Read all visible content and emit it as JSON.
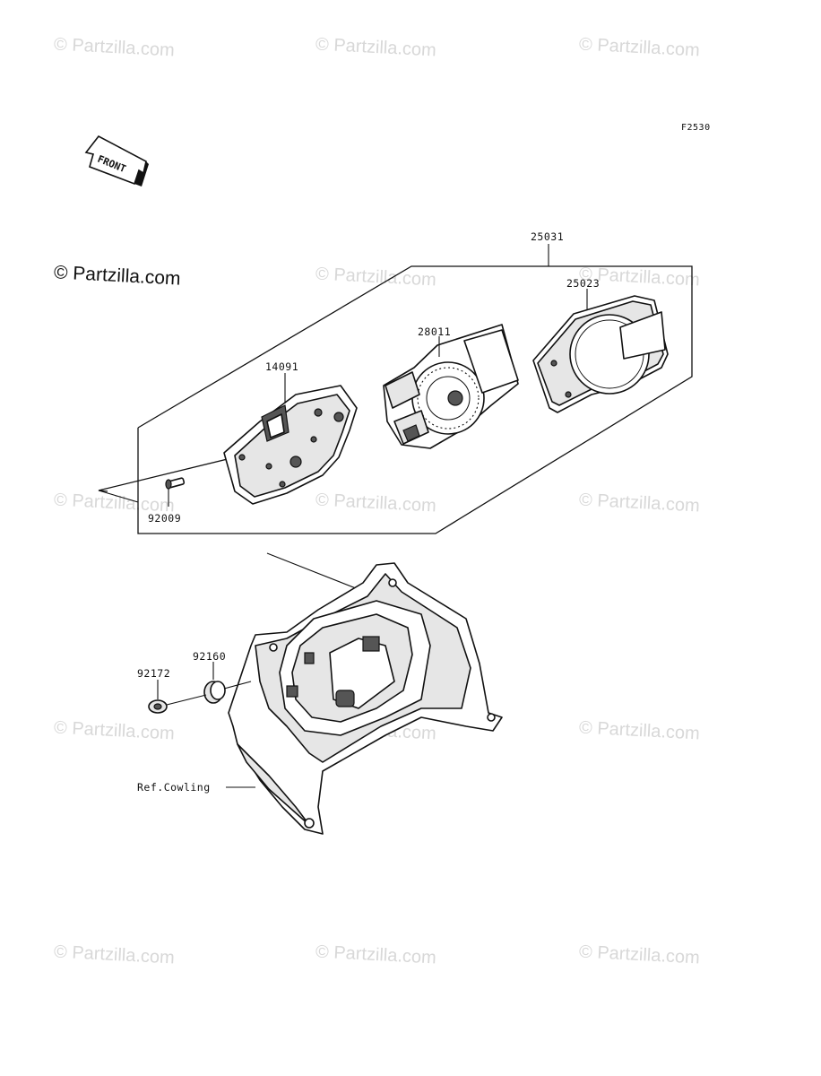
{
  "figure_code": "F2530",
  "front_label": "FRONT",
  "copyright_main": "© Partzilla.com",
  "watermark_text": "© Partzilla.com",
  "callouts": {
    "assembly": "25031",
    "cover": "25023",
    "meter": "28011",
    "case": "14091",
    "screw": "92009",
    "damper": "92160",
    "washer": "92172",
    "cowling": "Ref.Cowling"
  }
}
